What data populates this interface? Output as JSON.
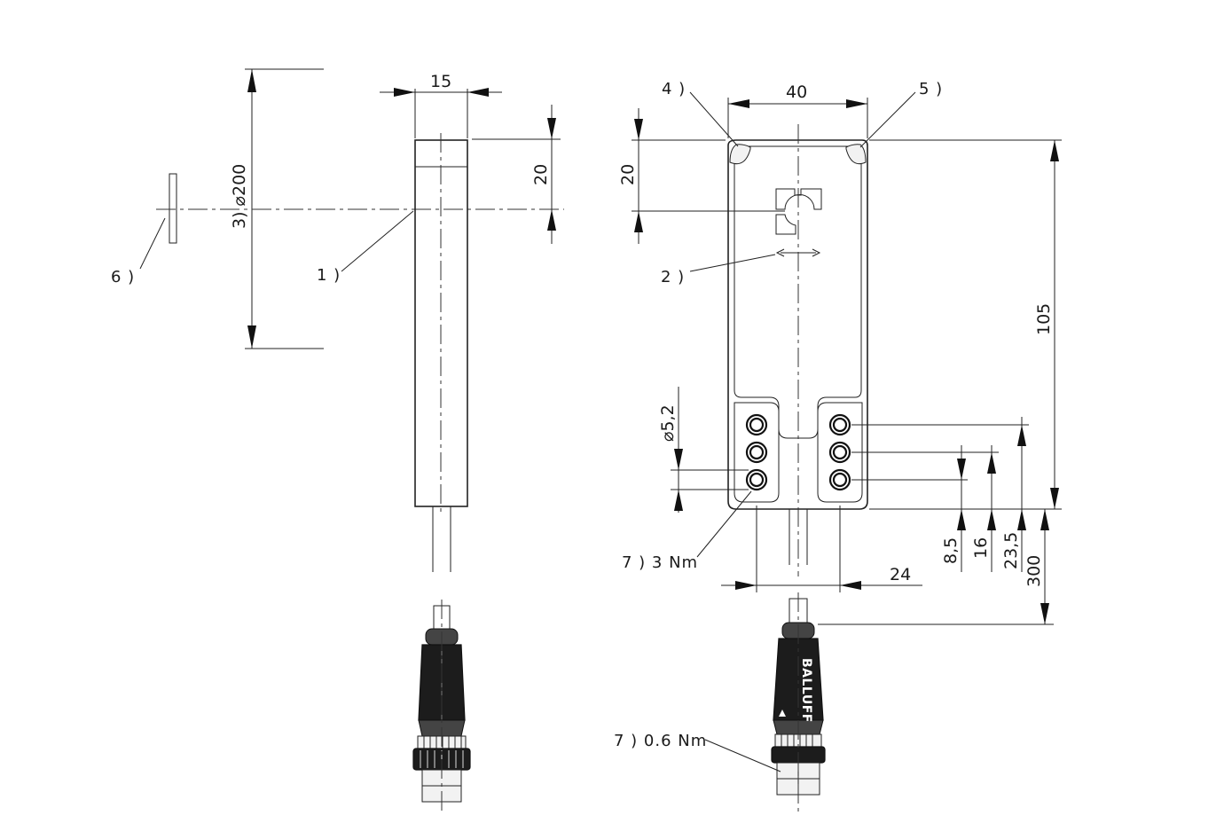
{
  "drawing": {
    "dimensions": {
      "sensor_width": "15",
      "sensor_offset": "20",
      "actuator_diameter": "3) ⌀200",
      "front_width": "40",
      "front_offset": "20",
      "hole_diameter": "⌀5,2",
      "height": "105",
      "hole_pitch": "24",
      "dim_8_5": "8,5",
      "dim_16": "16",
      "dim_23_5": "23,5",
      "cable_length": "300"
    },
    "callouts": {
      "c1": "1 )",
      "c2": "2 )",
      "c4": "4 )",
      "c5": "5 )",
      "c6": "6 )",
      "c7_screw": "7 ) 3 Nm",
      "c7_connector": "7 ) 0.6 Nm"
    },
    "brand": "BALLUFF"
  }
}
